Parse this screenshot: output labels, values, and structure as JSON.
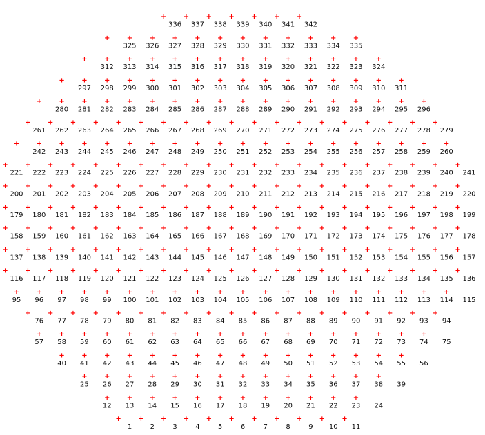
{
  "colors": {
    "background": "#ffffff",
    "marker": "#ff0000",
    "label": "#111111"
  },
  "marker_symbol": "+",
  "rows": [
    {
      "labels": [
        1,
        2,
        3,
        4,
        5,
        6,
        7,
        8,
        9,
        10,
        11
      ],
      "markers": 11
    },
    {
      "labels": [
        12,
        13,
        14,
        15,
        16,
        17,
        18,
        19,
        20,
        21,
        22,
        23,
        24
      ],
      "markers": 12
    },
    {
      "labels": [
        25,
        26,
        27,
        28,
        29,
        30,
        31,
        32,
        33,
        34,
        35,
        36,
        37,
        38,
        39
      ],
      "markers": 14
    },
    {
      "labels": [
        40,
        41,
        42,
        43,
        44,
        45,
        46,
        47,
        48,
        49,
        50,
        51,
        52,
        53,
        54,
        55,
        56
      ],
      "markers": 16
    },
    {
      "labels": [
        57,
        58,
        59,
        60,
        61,
        62,
        63,
        64,
        65,
        66,
        67,
        68,
        69,
        70,
        71,
        72,
        73,
        74,
        75
      ],
      "markers": 18
    },
    {
      "labels": [
        76,
        77,
        78,
        79,
        80,
        81,
        82,
        83,
        84,
        85,
        86,
        87,
        88,
        89,
        90,
        91,
        92,
        93,
        94
      ],
      "markers": 19
    },
    {
      "labels": [
        95,
        96,
        97,
        98,
        99,
        100,
        101,
        102,
        103,
        104,
        105,
        106,
        107,
        108,
        109,
        110,
        111,
        112,
        113,
        114,
        115
      ],
      "markers": 20
    },
    {
      "labels": [
        116,
        117,
        118,
        119,
        120,
        121,
        122,
        123,
        124,
        125,
        126,
        127,
        128,
        129,
        130,
        131,
        132,
        133,
        134,
        135,
        136
      ],
      "markers": 21
    },
    {
      "labels": [
        137,
        138,
        139,
        140,
        141,
        142,
        143,
        144,
        145,
        146,
        147,
        148,
        149,
        150,
        151,
        152,
        153,
        154,
        155,
        156,
        157
      ],
      "markers": 21
    },
    {
      "labels": [
        158,
        159,
        160,
        161,
        162,
        163,
        164,
        165,
        166,
        167,
        168,
        169,
        170,
        171,
        172,
        173,
        174,
        175,
        176,
        177,
        178
      ],
      "markers": 21
    },
    {
      "labels": [
        179,
        180,
        181,
        182,
        183,
        184,
        185,
        186,
        187,
        188,
        189,
        190,
        191,
        192,
        193,
        194,
        195,
        196,
        197,
        198,
        199
      ],
      "markers": 21
    },
    {
      "labels": [
        200,
        201,
        202,
        203,
        204,
        205,
        206,
        207,
        208,
        209,
        210,
        211,
        212,
        213,
        214,
        215,
        216,
        217,
        218,
        219,
        220
      ],
      "markers": 21
    },
    {
      "labels": [
        221,
        222,
        223,
        224,
        225,
        226,
        227,
        228,
        229,
        230,
        231,
        232,
        233,
        234,
        235,
        236,
        237,
        238,
        239,
        240,
        241
      ],
      "markers": 21
    },
    {
      "labels": [
        242,
        243,
        244,
        245,
        246,
        247,
        248,
        249,
        250,
        251,
        252,
        253,
        254,
        255,
        256,
        257,
        258,
        259,
        260
      ],
      "markers": 20
    },
    {
      "labels": [
        261,
        262,
        263,
        264,
        265,
        266,
        267,
        268,
        269,
        270,
        271,
        272,
        273,
        274,
        275,
        276,
        277,
        278,
        279
      ],
      "markers": 19
    },
    {
      "labels": [
        280,
        281,
        282,
        283,
        284,
        285,
        286,
        287,
        288,
        289,
        290,
        291,
        292,
        293,
        294,
        295,
        296
      ],
      "markers": 18
    },
    {
      "labels": [
        297,
        298,
        299,
        300,
        301,
        302,
        303,
        304,
        305,
        306,
        307,
        308,
        309,
        310,
        311
      ],
      "markers": 16
    },
    {
      "labels": [
        312,
        313,
        314,
        315,
        316,
        317,
        318,
        319,
        320,
        321,
        322,
        323,
        324
      ],
      "markers": 14
    },
    {
      "labels": [
        325,
        326,
        327,
        328,
        329,
        330,
        331,
        332,
        333,
        334,
        335
      ],
      "markers": 12
    },
    {
      "labels": [
        336,
        337,
        338,
        339,
        340,
        341,
        342
      ],
      "markers": 7
    }
  ]
}
